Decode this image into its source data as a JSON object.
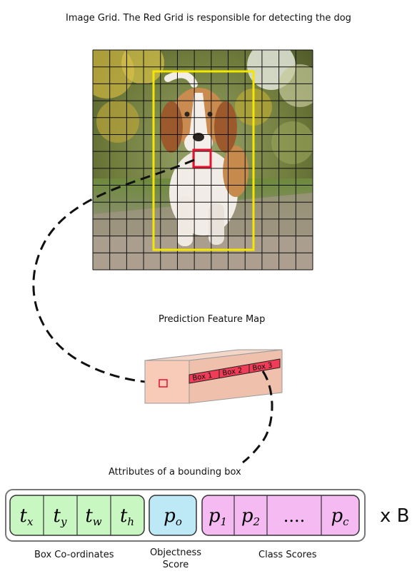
{
  "title": "Image Grid. The Red Grid is responsible for detecting the dog",
  "feature_map": {
    "title": "Prediction Feature Map",
    "boxes": [
      "Box 1",
      "Box 2",
      "Box 3"
    ]
  },
  "attributes": {
    "title": "Attributes of a bounding box",
    "box_coords": {
      "label": "Box Co-ordinates",
      "cells": [
        [
          "t",
          "x"
        ],
        [
          "t",
          "y"
        ],
        [
          "t",
          "w"
        ],
        [
          "t",
          "h"
        ]
      ]
    },
    "objectness": {
      "label_line1": "Objectness",
      "label_line2": "Score",
      "cell": [
        "p",
        "o"
      ]
    },
    "class_scores": {
      "label": "Class Scores",
      "cells": [
        [
          "p",
          "1"
        ],
        [
          "p",
          "2"
        ],
        [
          "....",
          ""
        ],
        [
          "p",
          "c"
        ]
      ]
    },
    "multiplier": "x B"
  },
  "colors": {
    "grid_highlight": "#e8112d",
    "bounding_box": "#f4e600",
    "box_coord_fill": "#c9f7c2",
    "objectness_fill": "#bde9f6",
    "class_fill": "#f6baf3",
    "cuboid_fill": "#f7cbb8",
    "anchor_strip": "#ef3c57"
  }
}
